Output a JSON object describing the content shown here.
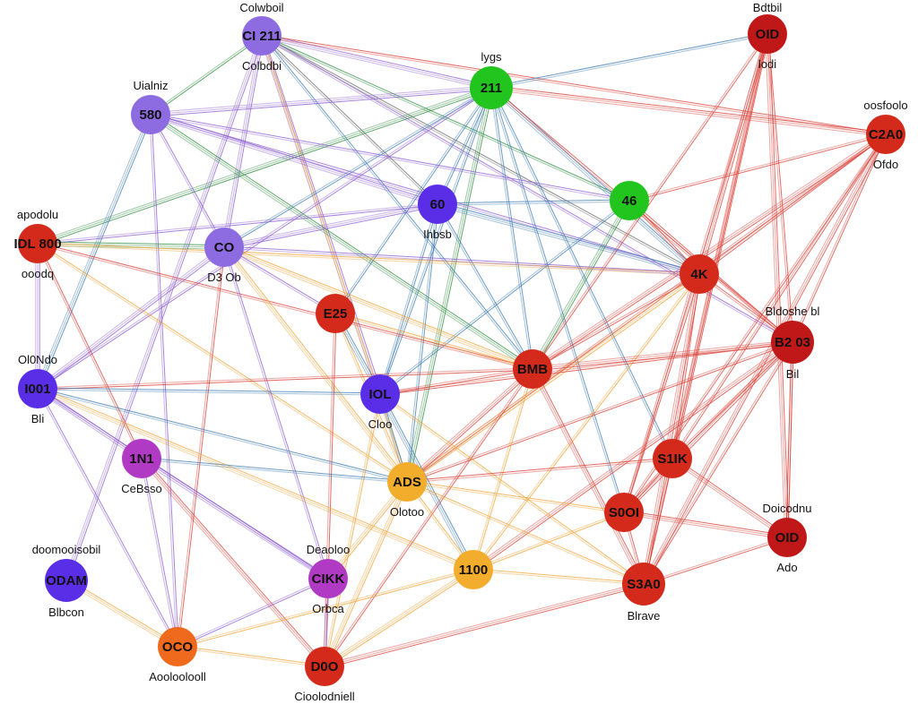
{
  "colors": {
    "violet": "#8c6ce0",
    "indigo": "#5a2ee6",
    "green": "#22c41e",
    "red": "#d42a1c",
    "darkred": "#c01818",
    "orange": "#f06a1e",
    "amber": "#f3ad2c",
    "magenta": "#b13ac4",
    "edge_red": "#d83a30",
    "edge_blue": "#3a78b0",
    "edge_purple": "#8a5ad0",
    "edge_orange": "#f0a030",
    "edge_green": "#2a8a3a",
    "edge_gray": "#666666"
  },
  "nodes": [
    {
      "id": "n1",
      "label": "CI 211",
      "top": "Colwboil",
      "bottom": "Colbdbi",
      "color": "violet"
    },
    {
      "id": "n2",
      "label": "211",
      "top": "lygs",
      "bottom": "",
      "color": "green"
    },
    {
      "id": "n3",
      "label": "OID",
      "top": "Bdtbil",
      "bottom": "lodi",
      "color": "darkred"
    },
    {
      "id": "n4",
      "label": "C2A0",
      "top": "oosfoolo",
      "bottom": "Ofdo",
      "color": "red"
    },
    {
      "id": "n5",
      "label": "580",
      "top": "Uialniz",
      "bottom": "",
      "color": "violet"
    },
    {
      "id": "n6",
      "label": "60",
      "top": "",
      "bottom": "Ihbsb",
      "color": "indigo"
    },
    {
      "id": "n7",
      "label": "46",
      "top": "",
      "bottom": "",
      "color": "green"
    },
    {
      "id": "n8",
      "label": "IDL 800",
      "top": "apodolu",
      "bottom": "ooodq",
      "color": "red"
    },
    {
      "id": "n9",
      "label": "CO",
      "top": "",
      "bottom": "D3 Ob",
      "color": "violet"
    },
    {
      "id": "n10",
      "label": "4K",
      "top": "",
      "bottom": "",
      "color": "red"
    },
    {
      "id": "n11",
      "label": "E25",
      "top": "",
      "bottom": "",
      "color": "red"
    },
    {
      "id": "n12",
      "label": "B2 03",
      "top": "Bldoshe bl",
      "bottom": "Bil",
      "color": "darkred"
    },
    {
      "id": "n13",
      "label": "BMB",
      "top": "",
      "bottom": "",
      "color": "red"
    },
    {
      "id": "n14",
      "label": "I001",
      "top": "Ol0Ndo",
      "bottom": "Bli",
      "color": "indigo"
    },
    {
      "id": "n15",
      "label": "IOL",
      "top": "",
      "bottom": "Cloo",
      "color": "indigo"
    },
    {
      "id": "n16",
      "label": "1N1",
      "top": "",
      "bottom": "CeBsso",
      "color": "magenta"
    },
    {
      "id": "n17",
      "label": "ADS",
      "top": "",
      "bottom": "Olotoo",
      "color": "amber"
    },
    {
      "id": "n18",
      "label": "S1IK",
      "top": "",
      "bottom": "",
      "color": "red"
    },
    {
      "id": "n19",
      "label": "S0OI",
      "top": "",
      "bottom": "",
      "color": "red"
    },
    {
      "id": "n20",
      "label": "OID",
      "top": "Doicodnu",
      "bottom": "Ado",
      "color": "darkred"
    },
    {
      "id": "n21",
      "label": "ODAM",
      "top": "doomooisobil",
      "bottom": "Blbcon",
      "color": "indigo"
    },
    {
      "id": "n22",
      "label": "CIKK",
      "top": "Deaoloo",
      "bottom": "Orbca",
      "color": "magenta"
    },
    {
      "id": "n23",
      "label": "1100",
      "top": "",
      "bottom": "",
      "color": "amber"
    },
    {
      "id": "n24",
      "label": "S3A0",
      "top": "",
      "bottom": "Blrave",
      "color": "red"
    },
    {
      "id": "n25",
      "label": "OCO",
      "top": "",
      "bottom": "Aooloolooll",
      "color": "orange"
    },
    {
      "id": "n26",
      "label": "D0O",
      "top": "",
      "bottom": "Cioolodniell",
      "color": "red"
    }
  ],
  "edges": [
    [
      "n1",
      "n2",
      "edge_purple"
    ],
    [
      "n1",
      "n6",
      "edge_gray"
    ],
    [
      "n1",
      "n7",
      "edge_green"
    ],
    [
      "n1",
      "n9",
      "edge_purple"
    ],
    [
      "n1",
      "n13",
      "edge_blue"
    ],
    [
      "n1",
      "n5",
      "edge_green"
    ],
    [
      "n1",
      "n15",
      "edge_purple"
    ],
    [
      "n1",
      "n10",
      "edge_gray"
    ],
    [
      "n1",
      "n17",
      "edge_orange"
    ],
    [
      "n1",
      "n21",
      "edge_purple"
    ],
    [
      "n1",
      "n4",
      "edge_red"
    ],
    [
      "n1",
      "n12",
      "edge_purple"
    ],
    [
      "n2",
      "n5",
      "edge_purple"
    ],
    [
      "n2",
      "n6",
      "edge_blue"
    ],
    [
      "n2",
      "n9",
      "edge_blue"
    ],
    [
      "n2",
      "n10",
      "edge_blue"
    ],
    [
      "n2",
      "n13",
      "edge_blue"
    ],
    [
      "n2",
      "n15",
      "edge_blue"
    ],
    [
      "n2",
      "n17",
      "edge_green"
    ],
    [
      "n2",
      "n18",
      "edge_blue"
    ],
    [
      "n2",
      "n12",
      "edge_red"
    ],
    [
      "n2",
      "n4",
      "edge_red"
    ],
    [
      "n2",
      "n3",
      "edge_blue"
    ],
    [
      "n2",
      "n11",
      "edge_blue"
    ],
    [
      "n2",
      "n8",
      "edge_green"
    ],
    [
      "n2",
      "n19",
      "edge_blue"
    ],
    [
      "n2",
      "n14",
      "edge_purple"
    ],
    [
      "n3",
      "n10",
      "edge_red"
    ],
    [
      "n3",
      "n12",
      "edge_red"
    ],
    [
      "n3",
      "n13",
      "edge_red"
    ],
    [
      "n3",
      "n18",
      "edge_red"
    ],
    [
      "n3",
      "n19",
      "edge_red"
    ],
    [
      "n3",
      "n24",
      "edge_red"
    ],
    [
      "n3",
      "n20",
      "edge_red"
    ],
    [
      "n4",
      "n10",
      "edge_red"
    ],
    [
      "n4",
      "n12",
      "edge_red"
    ],
    [
      "n4",
      "n13",
      "edge_red"
    ],
    [
      "n4",
      "n18",
      "edge_red"
    ],
    [
      "n4",
      "n17",
      "edge_red"
    ],
    [
      "n4",
      "n24",
      "edge_red"
    ],
    [
      "n4",
      "n7",
      "edge_red"
    ],
    [
      "n4",
      "n19",
      "edge_red"
    ],
    [
      "n5",
      "n6",
      "edge_purple"
    ],
    [
      "n5",
      "n7",
      "edge_purple"
    ],
    [
      "n5",
      "n9",
      "edge_purple"
    ],
    [
      "n5",
      "n14",
      "edge_blue"
    ],
    [
      "n5",
      "n10",
      "edge_purple"
    ],
    [
      "n5",
      "n25",
      "edge_purple"
    ],
    [
      "n5",
      "n13",
      "edge_green"
    ],
    [
      "n6",
      "n7",
      "edge_blue"
    ],
    [
      "n6",
      "n15",
      "edge_blue"
    ],
    [
      "n6",
      "n10",
      "edge_blue"
    ],
    [
      "n6",
      "n13",
      "edge_blue"
    ],
    [
      "n6",
      "n17",
      "edge_blue"
    ],
    [
      "n6",
      "n9",
      "edge_purple"
    ],
    [
      "n6",
      "n8",
      "edge_purple"
    ],
    [
      "n7",
      "n10",
      "edge_red"
    ],
    [
      "n7",
      "n13",
      "edge_green"
    ],
    [
      "n7",
      "n12",
      "edge_red"
    ],
    [
      "n7",
      "n15",
      "edge_blue"
    ],
    [
      "n8",
      "n9",
      "edge_green"
    ],
    [
      "n8",
      "n13",
      "edge_red"
    ],
    [
      "n8",
      "n10",
      "edge_orange"
    ],
    [
      "n8",
      "n14",
      "edge_purple"
    ],
    [
      "n8",
      "n16",
      "edge_red"
    ],
    [
      "n8",
      "n17",
      "edge_orange"
    ],
    [
      "n9",
      "n13",
      "edge_orange"
    ],
    [
      "n9",
      "n10",
      "edge_purple"
    ],
    [
      "n9",
      "n11",
      "edge_purple"
    ],
    [
      "n9",
      "n14",
      "edge_purple"
    ],
    [
      "n9",
      "n22",
      "edge_purple"
    ],
    [
      "n9",
      "n25",
      "edge_red"
    ],
    [
      "n9",
      "n17",
      "edge_orange"
    ],
    [
      "n10",
      "n12",
      "edge_red"
    ],
    [
      "n10",
      "n13",
      "edge_red"
    ],
    [
      "n10",
      "n17",
      "edge_orange"
    ],
    [
      "n10",
      "n18",
      "edge_red"
    ],
    [
      "n10",
      "n19",
      "edge_red"
    ],
    [
      "n10",
      "n24",
      "edge_red"
    ],
    [
      "n10",
      "n23",
      "edge_orange"
    ],
    [
      "n11",
      "n17",
      "edge_orange"
    ],
    [
      "n11",
      "n15",
      "edge_blue"
    ],
    [
      "n11",
      "n26",
      "edge_red"
    ],
    [
      "n11",
      "n13",
      "edge_orange"
    ],
    [
      "n12",
      "n13",
      "edge_red"
    ],
    [
      "n12",
      "n17",
      "edge_red"
    ],
    [
      "n12",
      "n18",
      "edge_red"
    ],
    [
      "n12",
      "n19",
      "edge_red"
    ],
    [
      "n12",
      "n20",
      "edge_red"
    ],
    [
      "n12",
      "n24",
      "edge_red"
    ],
    [
      "n12",
      "n23",
      "edge_red"
    ],
    [
      "n12",
      "n15",
      "edge_red"
    ],
    [
      "n13",
      "n15",
      "edge_red"
    ],
    [
      "n13",
      "n17",
      "edge_red"
    ],
    [
      "n13",
      "n23",
      "edge_orange"
    ],
    [
      "n13",
      "n26",
      "edge_red"
    ],
    [
      "n13",
      "n24",
      "edge_red"
    ],
    [
      "n13",
      "n14",
      "edge_red"
    ],
    [
      "n14",
      "n15",
      "edge_blue"
    ],
    [
      "n14",
      "n16",
      "edge_purple"
    ],
    [
      "n14",
      "n17",
      "edge_blue"
    ],
    [
      "n14",
      "n25",
      "edge_purple"
    ],
    [
      "n14",
      "n23",
      "edge_orange"
    ],
    [
      "n14",
      "n22",
      "edge_purple"
    ],
    [
      "n15",
      "n17",
      "edge_blue"
    ],
    [
      "n15",
      "n23",
      "edge_blue"
    ],
    [
      "n15",
      "n26",
      "edge_orange"
    ],
    [
      "n15",
      "n24",
      "edge_orange"
    ],
    [
      "n16",
      "n22",
      "edge_purple"
    ],
    [
      "n16",
      "n25",
      "edge_purple"
    ],
    [
      "n16",
      "n17",
      "edge_blue"
    ],
    [
      "n16",
      "n26",
      "edge_red"
    ],
    [
      "n17",
      "n23",
      "edge_orange"
    ],
    [
      "n17",
      "n24",
      "edge_orange"
    ],
    [
      "n17",
      "n26",
      "edge_orange"
    ],
    [
      "n17",
      "n18",
      "edge_red"
    ],
    [
      "n17",
      "n19",
      "edge_orange"
    ],
    [
      "n17",
      "n22",
      "edge_orange"
    ],
    [
      "n18",
      "n19",
      "edge_red"
    ],
    [
      "n18",
      "n24",
      "edge_red"
    ],
    [
      "n18",
      "n20",
      "edge_red"
    ],
    [
      "n19",
      "n24",
      "edge_red"
    ],
    [
      "n19",
      "n23",
      "edge_orange"
    ],
    [
      "n19",
      "n20",
      "edge_red"
    ],
    [
      "n20",
      "n24",
      "edge_red"
    ],
    [
      "n20",
      "n12",
      "edge_red"
    ],
    [
      "n21",
      "n25",
      "edge_orange"
    ],
    [
      "n22",
      "n26",
      "edge_purple"
    ],
    [
      "n22",
      "n25",
      "edge_purple"
    ],
    [
      "n23",
      "n26",
      "edge_orange"
    ],
    [
      "n23",
      "n24",
      "edge_orange"
    ],
    [
      "n25",
      "n26",
      "edge_orange"
    ],
    [
      "n24",
      "n26",
      "edge_red"
    ],
    [
      "n23",
      "n25",
      "edge_orange"
    ]
  ]
}
